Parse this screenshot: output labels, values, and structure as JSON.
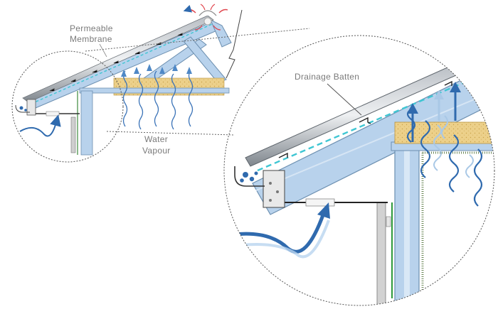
{
  "labels": {
    "permeable_membrane_line1": "Permeable",
    "permeable_membrane_line2": "Membrane",
    "water_vapour_line1": "Water",
    "water_vapour_line2": "Vapour",
    "drainage_batten": "Drainage Batten"
  },
  "colors": {
    "frame_blue": "#a9c8e6",
    "frame_dark": "#6c8fb0",
    "insulation": "#e9c978",
    "vapour_blue": "#3c74b8",
    "membrane_cyan": "#3fc6d3",
    "roof_grey": "#8e9399",
    "vent_red": "#e0444c",
    "green_stud": "#2e9a3a"
  }
}
